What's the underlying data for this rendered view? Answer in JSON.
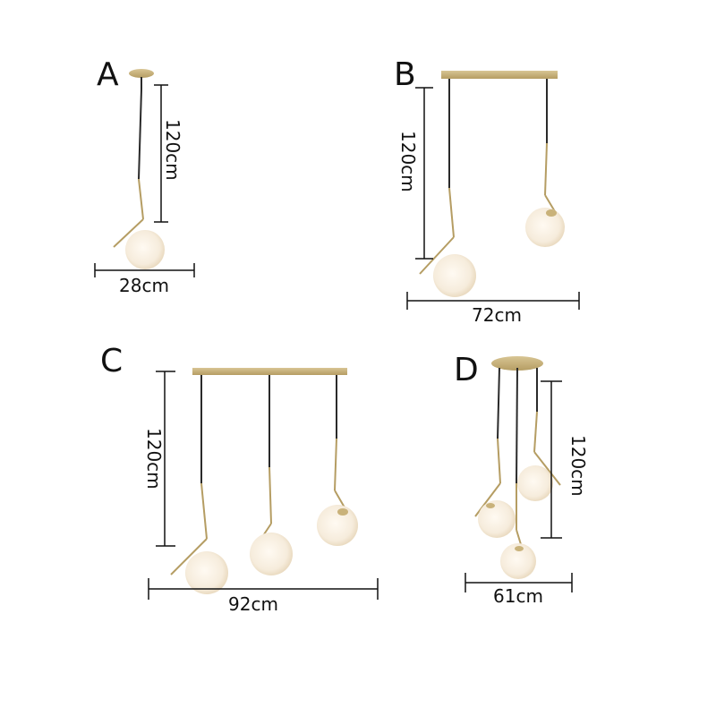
{
  "figure": {
    "description": "Pendant lamp size variants with dimensions",
    "colors": {
      "brass": "#c9b27a",
      "brass_dark": "#a88f55",
      "cord": "#2a2a2a",
      "globe": "#f6ecdc",
      "globe_shade": "#e8d8bd",
      "dimension_line": "#111111"
    },
    "variants": [
      {
        "id": "A",
        "label": "A",
        "drop": "120cm",
        "width": "28cm",
        "globes": 1,
        "canopy": "round"
      },
      {
        "id": "B",
        "label": "B",
        "drop": "120cm",
        "width": "72cm",
        "globes": 2,
        "canopy": "linear"
      },
      {
        "id": "C",
        "label": "C",
        "drop": "120cm",
        "width": "92cm",
        "globes": 3,
        "canopy": "linear"
      },
      {
        "id": "D",
        "label": "D",
        "drop": "120cm",
        "width": "61cm",
        "globes": 3,
        "canopy": "round"
      }
    ]
  }
}
